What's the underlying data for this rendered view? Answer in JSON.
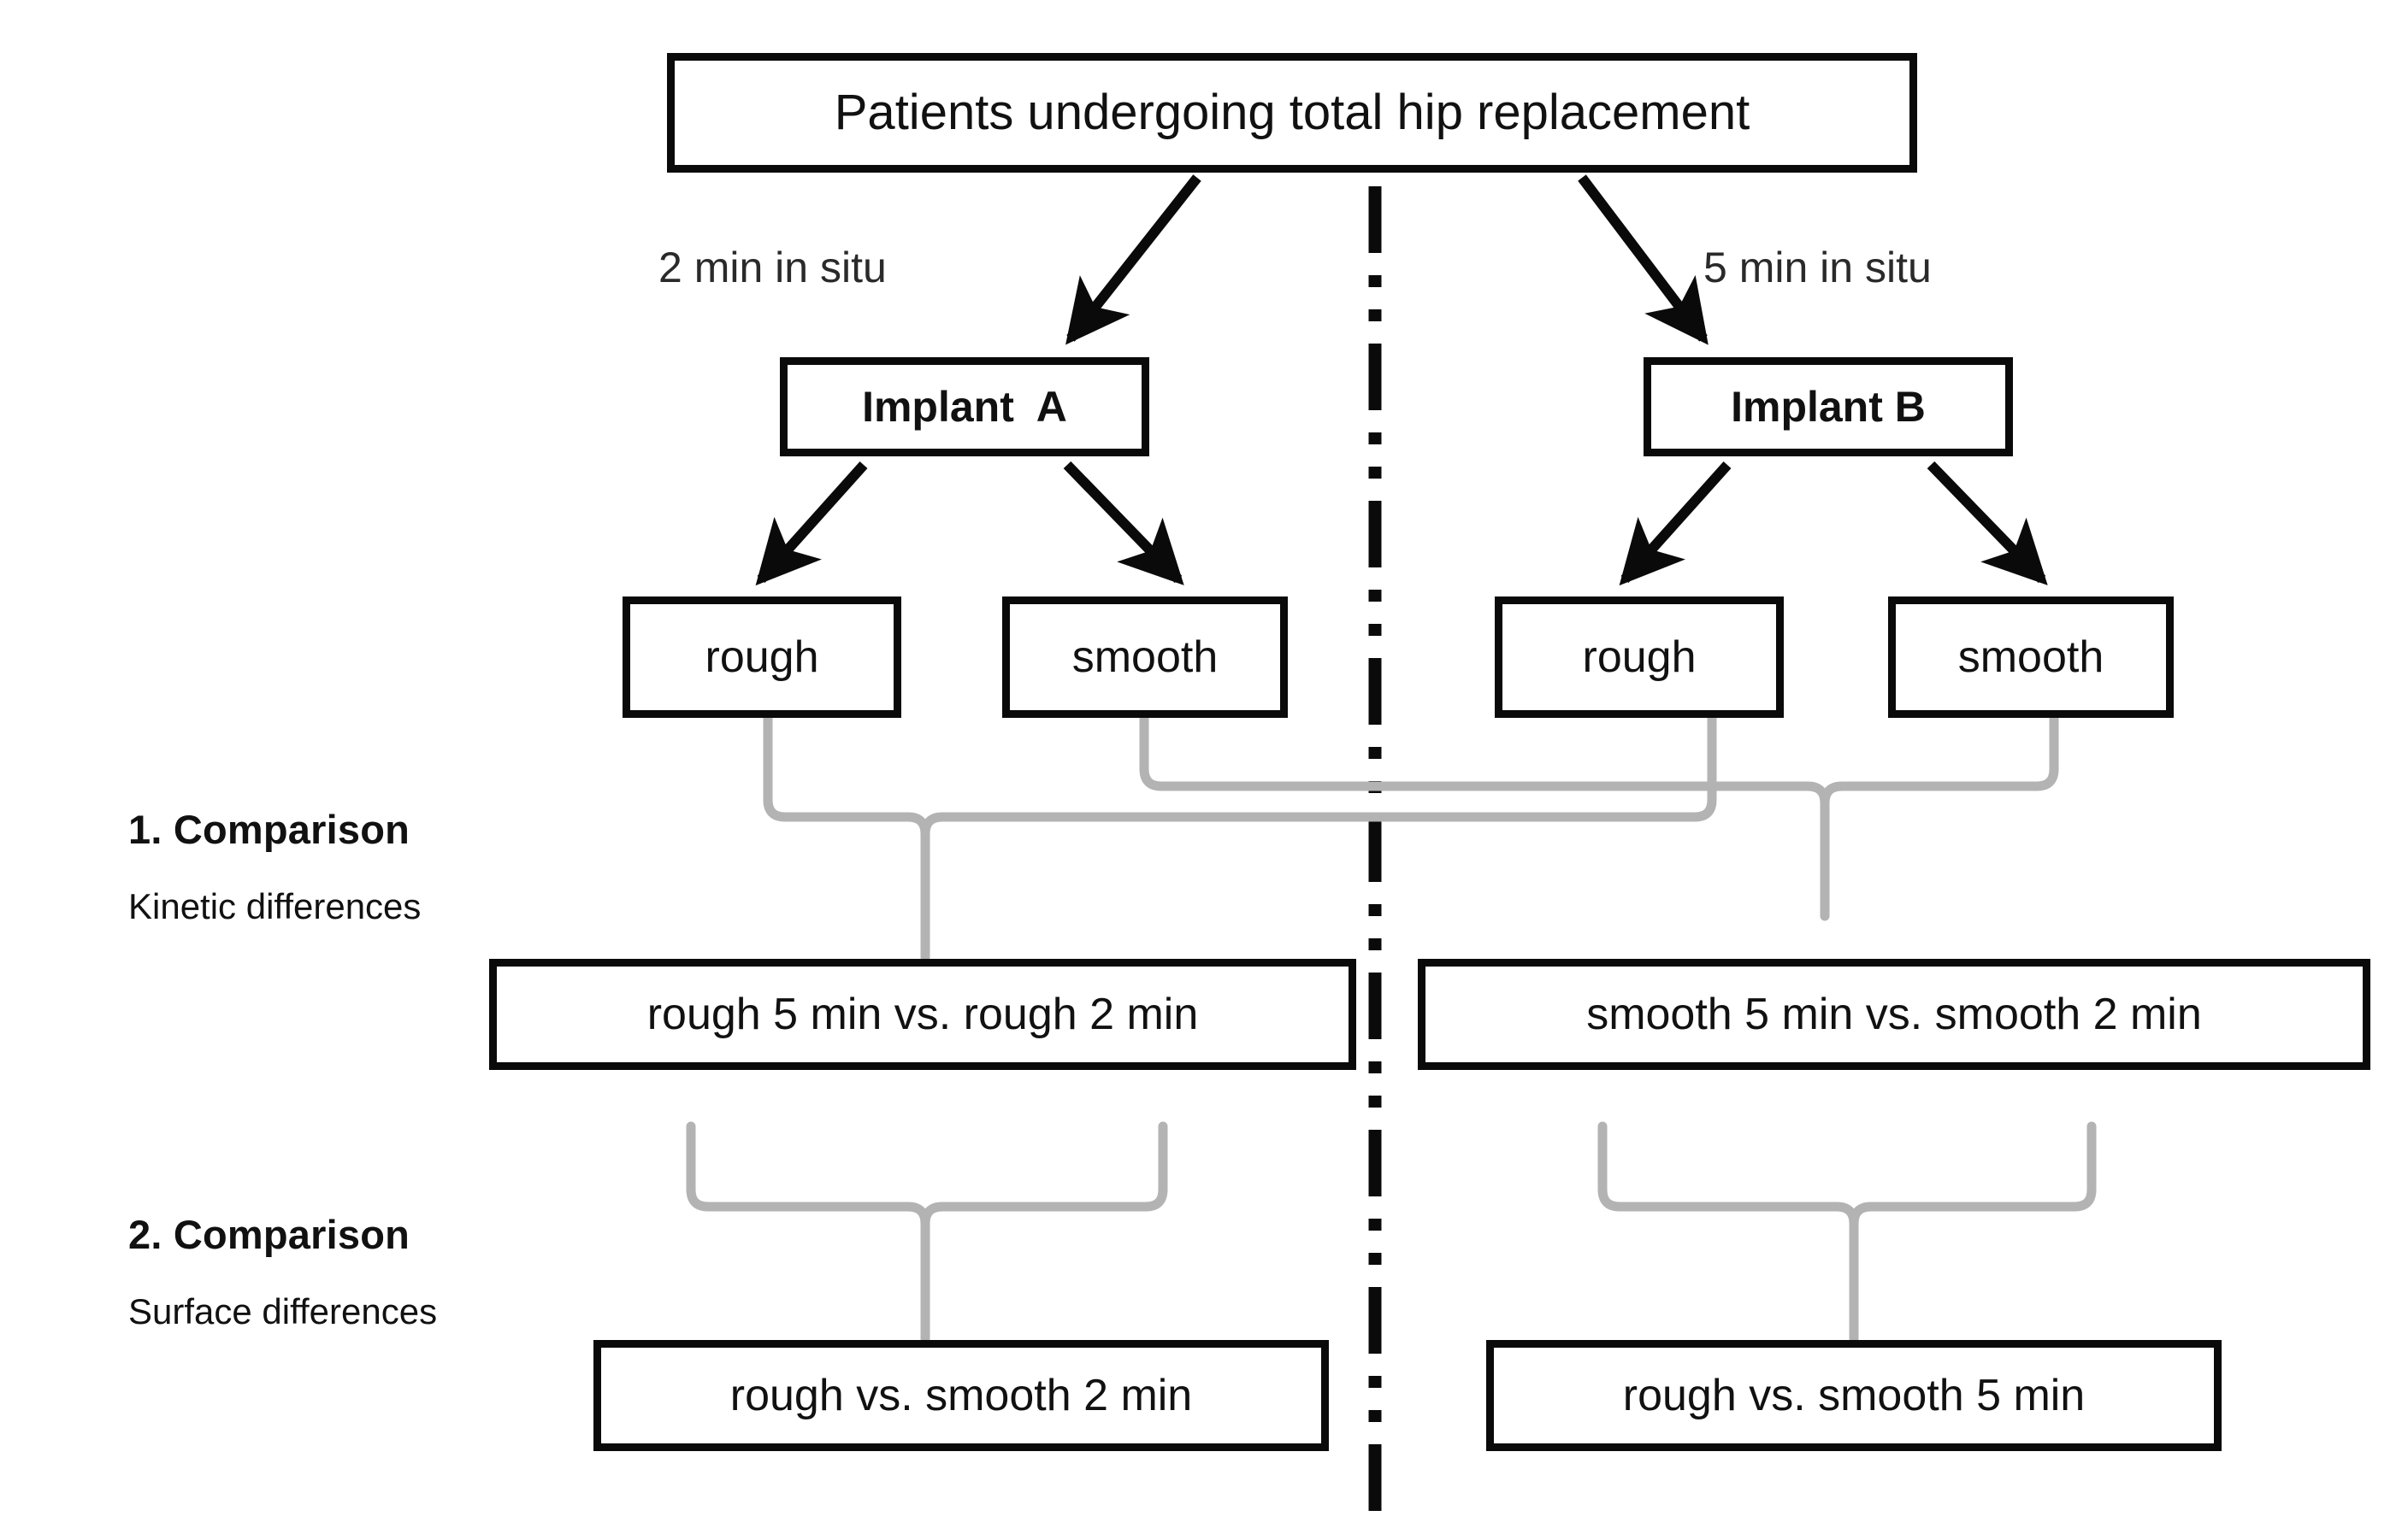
{
  "figure": {
    "type": "flowchart",
    "title_node": "Patients undergoing total hip replacement",
    "divider": "vertical dash-dot-dot separator",
    "colors": {
      "box_border": "#0a0a0a",
      "box_fill": "#ffffff",
      "arrow": "#0a0a0a",
      "brace": "#b3b3b3",
      "text": "#111111",
      "background": "#ffffff"
    }
  },
  "root": {
    "label": "Patients undergoing total hip replacement"
  },
  "branches": {
    "left": {
      "time_label": "2 min in situ",
      "implant": "Implant  A",
      "surfaces": [
        {
          "label": "rough"
        },
        {
          "label": "smooth"
        }
      ]
    },
    "right": {
      "time_label": "5 min in situ",
      "implant": "Implant B",
      "surfaces": [
        {
          "label": "rough"
        },
        {
          "label": "smooth"
        }
      ]
    }
  },
  "comparisons": [
    {
      "number": "1. Comparison",
      "subtitle": "Kinetic differences",
      "outcomes": [
        {
          "label": "rough 5 min vs. rough 2 min"
        },
        {
          "label": "smooth 5 min vs. smooth 2 min"
        }
      ]
    },
    {
      "number": "2. Comparison",
      "subtitle": "Surface differences",
      "outcomes": [
        {
          "label": "rough vs. smooth 2 min"
        },
        {
          "label": "rough vs. smooth 5 min"
        }
      ]
    }
  ]
}
